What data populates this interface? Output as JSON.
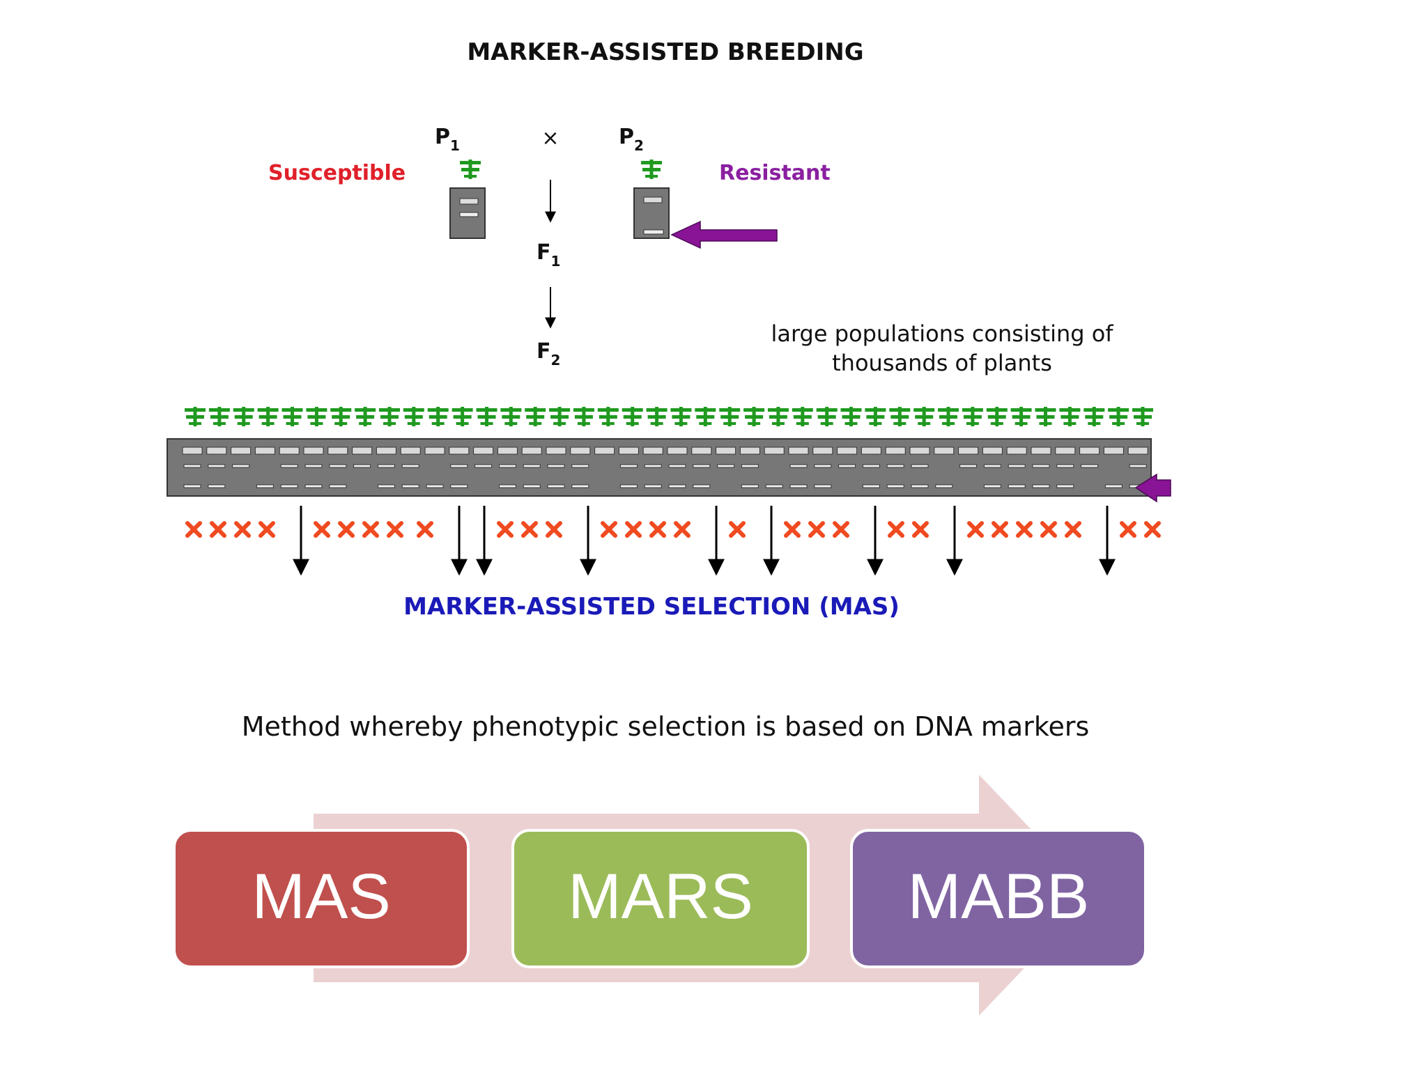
{
  "diagram": {
    "title": "MARKER-ASSISTED BREEDING",
    "cross": {
      "p1": "P",
      "p1_sub": "1",
      "p2": "P",
      "p2_sub": "2",
      "cross_symbol": "×",
      "f1": "F",
      "f1_sub": "1",
      "f2": "F",
      "f2_sub": "2",
      "susceptible_label": "Susceptible",
      "resistant_label": "Resistant"
    },
    "population_note": {
      "line1": "large populations consisting of",
      "line2": "thousands of plants"
    },
    "plant_count": 40,
    "selection_pattern": [
      4,
      "S",
      4,
      1,
      "S",
      "S",
      3,
      "S",
      4,
      "S",
      1,
      "S",
      3,
      "S",
      2,
      "S",
      5,
      "S",
      2
    ],
    "selection_label": "MARKER-ASSISTED SELECTION (MAS)",
    "colors": {
      "susceptible": "#e0202a",
      "resistant": "#8a1fa0",
      "plant": "#1f9a1f",
      "gel": "#777777",
      "reject_x": "#f04a20",
      "selection_text": "#1a1ab8",
      "arrow_purple": "#8a1496"
    }
  },
  "description": "Method whereby phenotypic selection is based on DNA markers",
  "process": {
    "arrow_color": "#ecd1d2",
    "steps": [
      {
        "label": "MAS",
        "color": "#c0504d"
      },
      {
        "label": "MARS",
        "color": "#9bbb59"
      },
      {
        "label": "MABB",
        "color": "#8064a2"
      }
    ]
  }
}
